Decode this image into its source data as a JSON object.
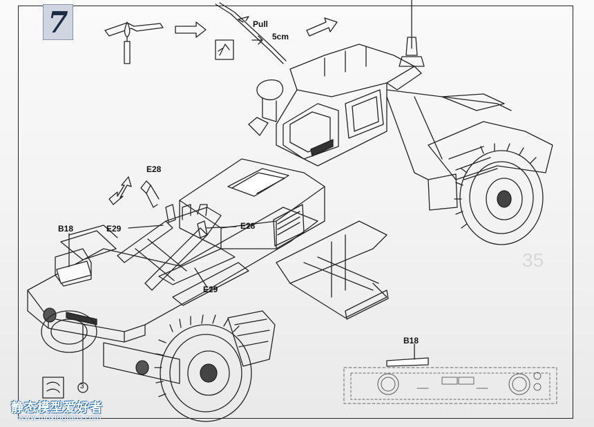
{
  "step": {
    "number": "7"
  },
  "instructions": {
    "pull_label": "Pull",
    "length_label": "5cm"
  },
  "parts": {
    "e28_upper": "E28",
    "e28_lower": "E28",
    "e29_left": "E29",
    "e29_lower": "E29",
    "b18_main": "B18",
    "b18_detail": "B18",
    "callout_3": "3"
  },
  "watermark": {
    "site_name": "静态模型爱好者",
    "url": "www.moxingfans.com"
  }
}
